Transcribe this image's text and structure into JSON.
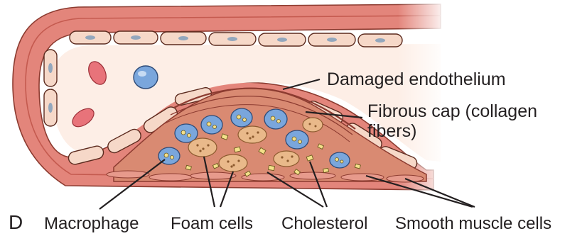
{
  "figure": {
    "panel_letter": "D",
    "labels": {
      "damaged_endothelium": "Damaged endothelium",
      "fibrous_cap_line1": "Fibrous cap (collagen",
      "fibrous_cap_line2": "fibers)",
      "macrophage": "Macrophage",
      "foam_cells": "Foam cells",
      "cholesterol": "Cholesterol",
      "smooth_muscle_cells": "Smooth muscle cells"
    },
    "colors": {
      "vessel_wall": "#e3857b",
      "vessel_wall_dark": "#c45a4f",
      "lumen": "#fdeee6",
      "endothelium": "#f6d8c8",
      "red_cell": "#e8737a",
      "macrophage": "#7aa6dc",
      "foam_cell": "#e9b98a",
      "cholesterol": "#f4e08a",
      "plaque": "#d98a72"
    }
  }
}
